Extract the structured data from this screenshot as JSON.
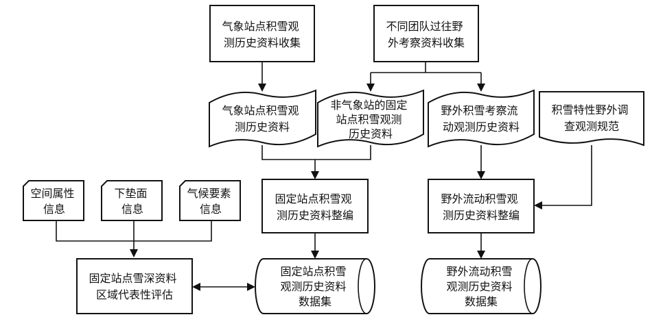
{
  "nodes": {
    "met_collect": {
      "lines": [
        "气象站点积雪观",
        "测历史资料收集"
      ]
    },
    "team_collect": {
      "lines": [
        "不同团队过往野",
        "外考察资料收集"
      ]
    },
    "met_data": {
      "lines": [
        "气象站点积雪观",
        "测历史资料"
      ]
    },
    "nonmet_data": {
      "lines": [
        "非气象站的固定",
        "站点积雪观测",
        "历史资料"
      ]
    },
    "field_data": {
      "lines": [
        "野外积雪考察流",
        "动观测历史资料"
      ]
    },
    "spec": {
      "lines": [
        "积雪特性野外调",
        "查观测规范"
      ]
    },
    "spatial": {
      "lines": [
        "空间属性",
        "信息"
      ]
    },
    "surface": {
      "lines": [
        "下垫面",
        "信息"
      ]
    },
    "climate": {
      "lines": [
        "气候要素",
        "信息"
      ]
    },
    "fixed_compile": {
      "lines": [
        "固定站点积雪观",
        "测历史资料整编"
      ]
    },
    "field_compile": {
      "lines": [
        "野外流动积雪观",
        "测历史资料整编"
      ]
    },
    "eval": {
      "lines": [
        "固定站点雪深资料",
        "区域代表性评估"
      ]
    },
    "fixed_db": {
      "lines": [
        "固定站点积雪",
        "观测历史资料",
        "数据集"
      ]
    },
    "field_db": {
      "lines": [
        "野外流动积雪",
        "观测历史资料",
        "数据集"
      ]
    }
  }
}
